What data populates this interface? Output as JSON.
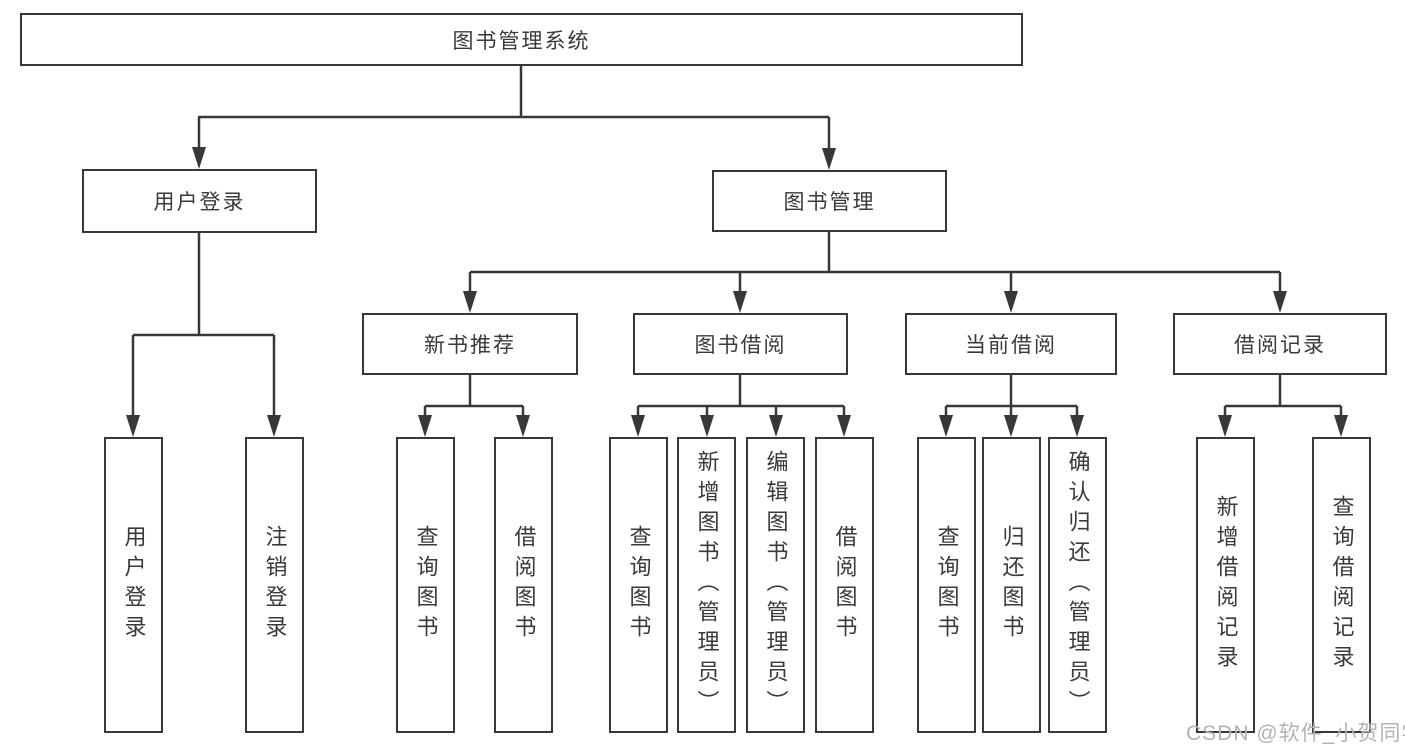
{
  "tree": {
    "label": "图书管理系统",
    "children": [
      {
        "label": "用户登录",
        "children": [
          {
            "label": "用户登录"
          },
          {
            "label": "注销登录"
          }
        ]
      },
      {
        "label": "图书管理",
        "children": [
          {
            "label": "新书推荐",
            "children": [
              {
                "label": "查询图书"
              },
              {
                "label": "借阅图书"
              }
            ]
          },
          {
            "label": "图书借阅",
            "children": [
              {
                "label": "查询图书"
              },
              {
                "label": "新增图书（管理员）"
              },
              {
                "label": "编辑图书（管理员）"
              },
              {
                "label": "借阅图书"
              }
            ]
          },
          {
            "label": "当前借阅",
            "children": [
              {
                "label": "查询图书"
              },
              {
                "label": "归还图书"
              },
              {
                "label": "确认归还（管理员）"
              }
            ]
          },
          {
            "label": "借阅记录",
            "children": [
              {
                "label": "新增借阅记录"
              },
              {
                "label": "查询借阅记录"
              }
            ]
          }
        ]
      }
    ]
  },
  "watermark": {
    "text": "CSDN @软件_小贺同学"
  },
  "colors": {
    "line": "#383838",
    "box_border": "#383838",
    "text": "#3a3a3a",
    "watermark": "#b3b3b3",
    "background": "#ffffff"
  }
}
